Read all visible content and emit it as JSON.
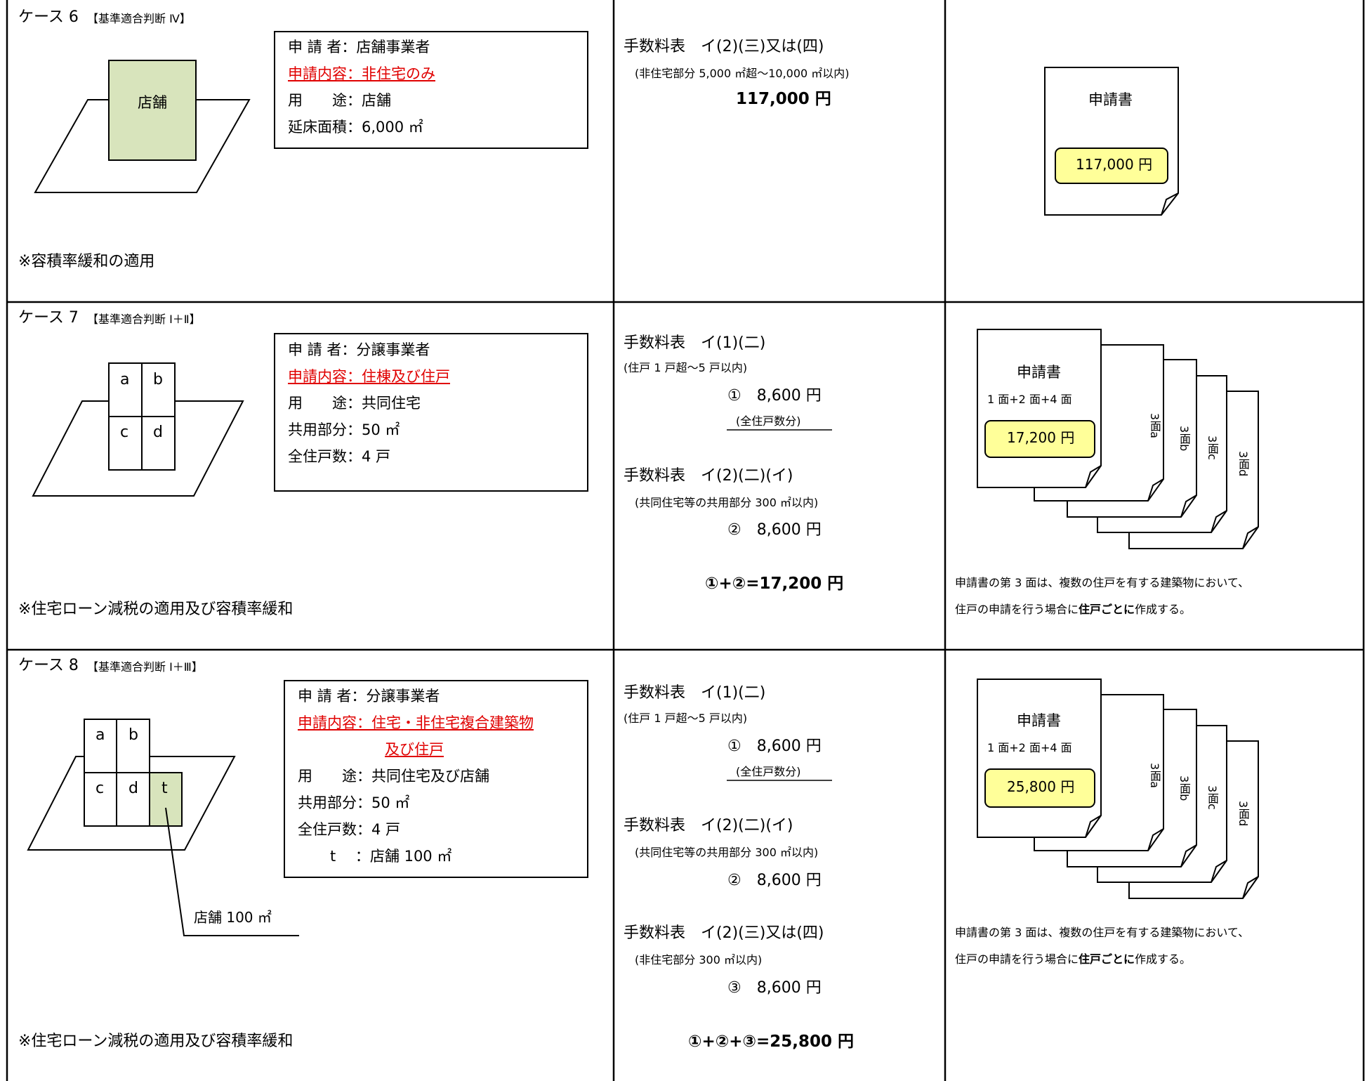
{
  "colors": {
    "accent_red": "#e00000",
    "fee_box_fill": "#ffff99",
    "shop_fill": "#d8e4bc"
  },
  "case6": {
    "title": "ケース 6",
    "title_tag": "【基準適合判断 Ⅳ】",
    "shop_label": "店舗",
    "info": {
      "applicant": "申 請 者：店舗事業者",
      "content": "申請内容：非住宅のみ",
      "use": "用　　途：店舗",
      "area": "延床面積：6,000 ㎡"
    },
    "note": "※容積率緩和の適用",
    "fee": {
      "table": "手数料表　イ(2)(三)又は(四)",
      "range": "(非住宅部分 5,000 ㎡超～10,000 ㎡以内)",
      "amount": "117,000 円"
    },
    "doc": {
      "title": "申請書",
      "amount": "117,000 円"
    }
  },
  "case7": {
    "title": "ケース 7",
    "title_tag": "【基準適合判断 Ⅰ＋Ⅱ】",
    "units": [
      "a",
      "b",
      "c",
      "d"
    ],
    "info": {
      "applicant": "申 請 者：分譲事業者",
      "content": "申請内容：住棟及び住戸",
      "use": "用　　途：共同住宅",
      "common": "共用部分：50 ㎡",
      "units_count": "全住戸数：4 戸"
    },
    "note": "※住宅ローン減税の適用及び容積率緩和",
    "fee1": {
      "table": "手数料表　イ(1)(二)",
      "range": "(住戸 1 戸超～5 戸以内)",
      "amount": "①　8,600 円",
      "sub": "(全住戸数分)"
    },
    "fee2": {
      "table": "手数料表　イ(2)(二)(イ)",
      "range": "(共同住宅等の共用部分 300 ㎡以内)",
      "amount": "②　8,600 円"
    },
    "total": "①+②=17,200 円",
    "doc": {
      "title": "申請書",
      "pages": "1 面+2 面+4 面",
      "amount": "17,200 円",
      "sheets": [
        "3面a",
        "3面b",
        "3面c",
        "3面d"
      ]
    },
    "doc_note_1": "申請書の第 3 面は、複数の住戸を有する建築物において、",
    "doc_note_2a": "住戸の申請を行う場合に",
    "doc_note_2b": "住戸ごとに",
    "doc_note_2c": "作成する。"
  },
  "case8": {
    "title": "ケース 8",
    "title_tag": "【基準適合判断 Ⅰ＋Ⅲ】",
    "units": [
      "a",
      "b",
      "c",
      "d",
      "t"
    ],
    "shop_callout": "店舗 100 ㎡",
    "info": {
      "applicant": "申 請 者：分譲事業者",
      "content1": "申請内容：住宅・非住宅複合建築物",
      "content2": "及び住戸",
      "use": "用　　途：共同住宅及び店舗",
      "common": "共用部分：50 ㎡",
      "units_count": "全住戸数：4 戸",
      "t_line": "t　 ：店舗 100 ㎡"
    },
    "note": "※住宅ローン減税の適用及び容積率緩和",
    "fee1": {
      "table": "手数料表　イ(1)(二)",
      "range": "(住戸 1 戸超～5 戸以内)",
      "amount": "①　8,600 円",
      "sub": "(全住戸数分)"
    },
    "fee2": {
      "table": "手数料表　イ(2)(二)(イ)",
      "range": "(共同住宅等の共用部分 300 ㎡以内)",
      "amount": "②　8,600 円"
    },
    "fee3": {
      "table": "手数料表　イ(2)(三)又は(四)",
      "range": "(非住宅部分 300 ㎡以内)",
      "amount": "③　8,600 円"
    },
    "total": "①+②+③=25,800 円",
    "doc": {
      "title": "申請書",
      "pages": "1 面+2 面+4 面",
      "amount": "25,800 円",
      "sheets": [
        "3面a",
        "3面b",
        "3面c",
        "3面d"
      ]
    },
    "doc_note_1": "申請書の第 3 面は、複数の住戸を有する建築物において、",
    "doc_note_2a": "住戸の申請を行う場合に",
    "doc_note_2b": "住戸ごとに",
    "doc_note_2c": "作成する。"
  }
}
